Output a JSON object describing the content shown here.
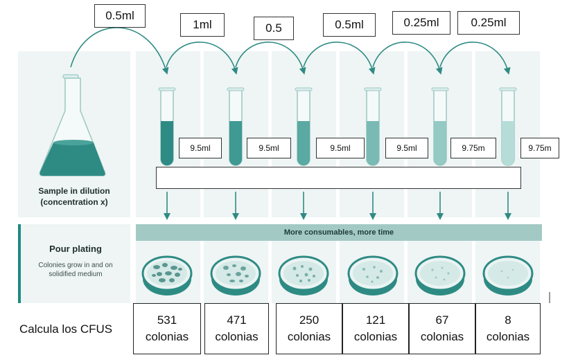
{
  "colors": {
    "teal_dark": "#2e8b84",
    "teal_mid": "#5aa9a2",
    "teal_light": "#a8d3cf",
    "panel_bg": "#eef5f4",
    "band_bg": "#a3c9c4",
    "accent_bar": "#1d8a7e"
  },
  "transfer_volumes": [
    "0.5ml",
    "1ml",
    "0.5",
    "0.5ml",
    "0.25ml",
    "0.25ml"
  ],
  "diluent_volumes": [
    "9.5ml",
    "9.5ml",
    "9.5ml",
    "9.5ml",
    "9.75m",
    "9.75m"
  ],
  "sample": {
    "line1": "Sample in dilution",
    "line2": "(concentration x)"
  },
  "pour_plating": {
    "title": "Pour plating",
    "desc_line1": "Colonies grow in and on",
    "desc_line2": "solidified medium"
  },
  "band_text": "More consumables, more time",
  "blank_box_text": "",
  "results": [
    {
      "count": "531",
      "unit": "colonias"
    },
    {
      "count": "471",
      "unit": "colonias"
    },
    {
      "count": "250",
      "unit": "colonias"
    },
    {
      "count": "121",
      "unit": "colonias"
    },
    {
      "count": "67",
      "unit": "colonias"
    },
    {
      "count": "8",
      "unit": "colonias"
    }
  ],
  "question": "Calcula los CFUS"
}
